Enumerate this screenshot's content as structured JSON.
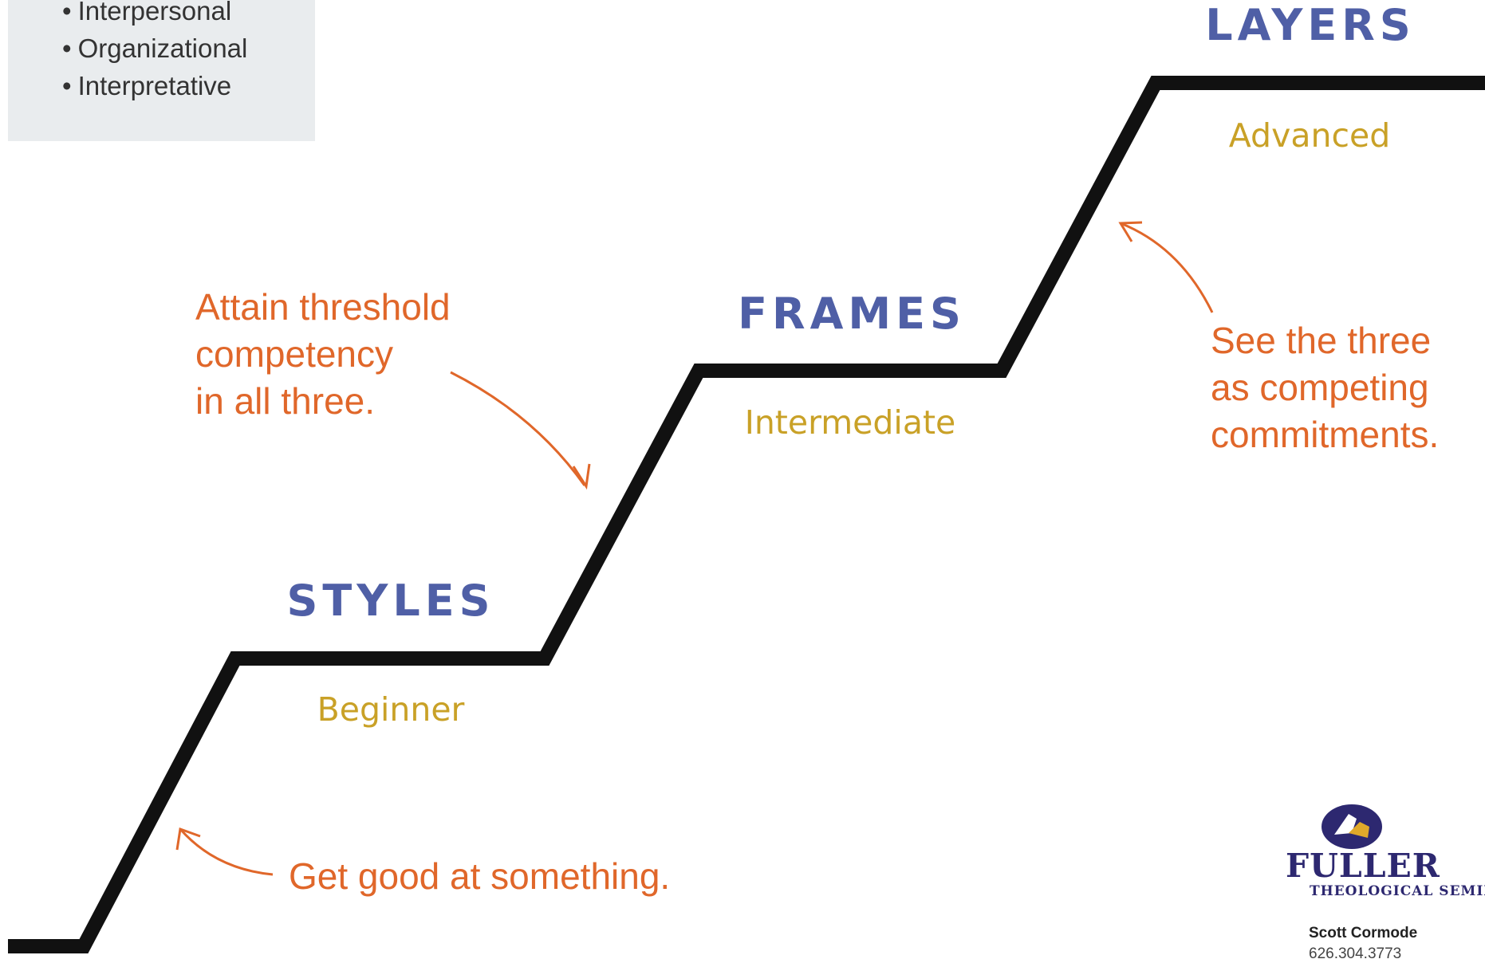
{
  "info_list": [
    "Interpersonal",
    "Organizational",
    "Interpretative"
  ],
  "levels": [
    {
      "title": "STYLES",
      "subtitle": "Beginner"
    },
    {
      "title": "FRAMES",
      "subtitle": "Intermediate"
    },
    {
      "title": "LAYERS",
      "subtitle": "Advanced"
    }
  ],
  "notes": {
    "threshold": "Attain threshold\ncompetency\nin all three.",
    "competing": "See the three\nas competing\ncommitments.",
    "get_good": "Get good at something."
  },
  "logo": {
    "name": "FULLER",
    "subtitle": "THEOLOGICAL SEMINARY",
    "icon": "fuller-seal-icon"
  },
  "contact": {
    "name": "Scott Cormode",
    "phone": "626.304.3773"
  },
  "colors": {
    "stair": "#111111",
    "title": "#4f5fa6",
    "subtitle": "#c9a127",
    "note": "#e0672a",
    "panel": "#e9ecee",
    "logo": "#2d2870"
  }
}
